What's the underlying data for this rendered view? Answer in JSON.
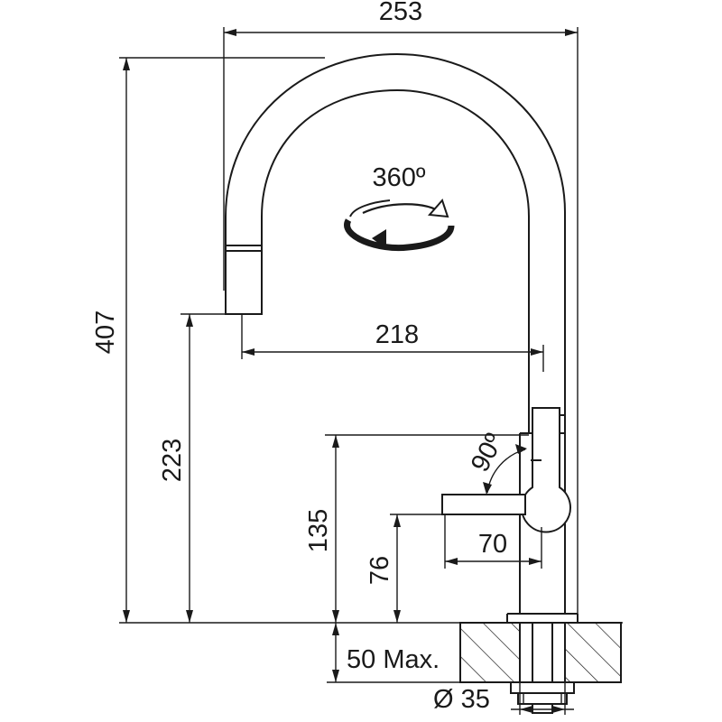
{
  "dimensions": {
    "overall_width": "253",
    "overall_height": "407",
    "spout_reach": "218",
    "spout_height": "223",
    "lever_height": "135",
    "lever_base_height": "76",
    "lever_reach": "70",
    "lever_angle": "90º",
    "swivel": "360º",
    "max_worktop": "50 Max.",
    "hole_diameter": "Ø 35"
  },
  "icons": [
    "swivel-rotation-arrow-icon",
    "hatch-pattern"
  ],
  "colors": {
    "line": "#1a1a1a",
    "background": "#ffffff"
  }
}
